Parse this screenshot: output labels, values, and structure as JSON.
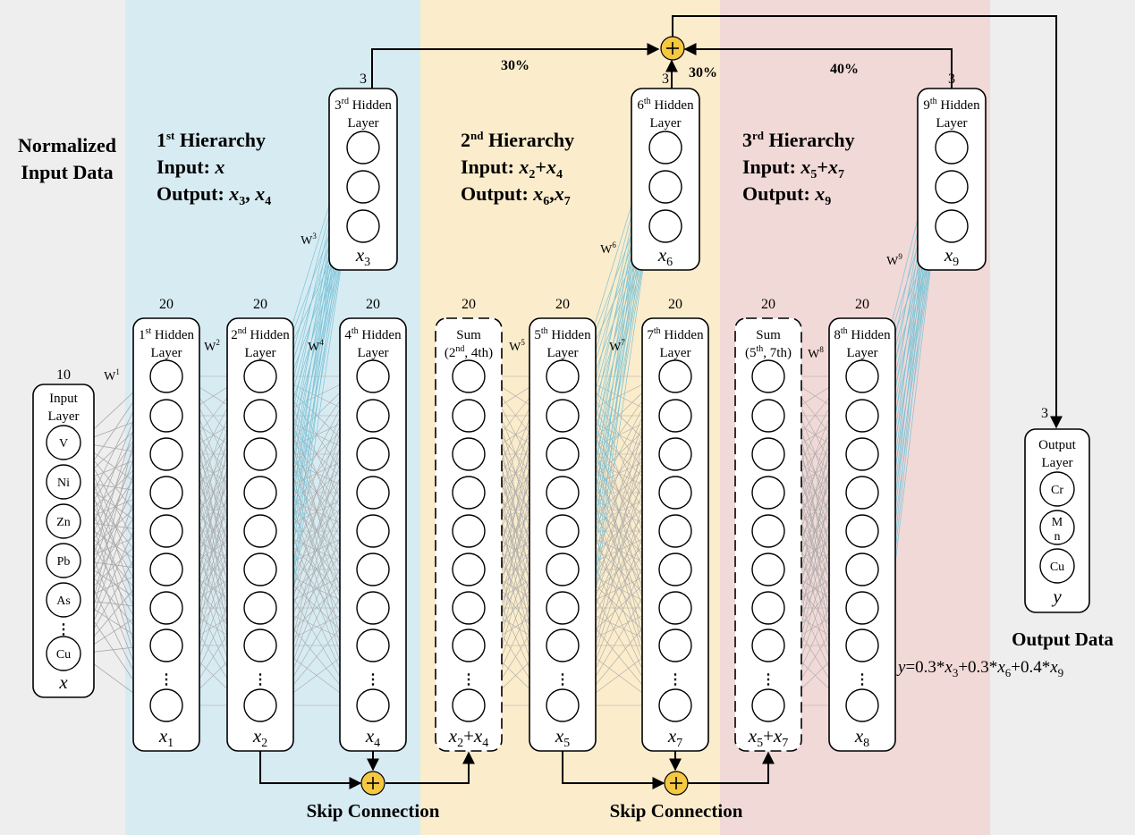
{
  "colors": {
    "input_zone": "#eeeeee",
    "hier1_zone": "#d7ebf2",
    "hier2_zone": "#fbeccb",
    "hier3_zone": "#f1d9d7",
    "output_zone": "#eeeeee",
    "plus_node": "#f5c842",
    "conn_gray": "#a9a9a9",
    "conn_blue": "#7cc4d8"
  },
  "input_data_title": [
    "Normalized",
    "Input Data"
  ],
  "output_data_title": "Output Data",
  "output_formula": "y=0.3*x3+0.3*x6+0.4*x9",
  "hierarchies": [
    {
      "title": "1st Hierarchy",
      "input": "Input: x",
      "output": "Output: x3, x4"
    },
    {
      "title": "2nd Hierarchy",
      "input": "Input: x2+x4",
      "output": "Output: x6, x7"
    },
    {
      "title": "3rd Hierarchy",
      "input": "Input: x5+x7",
      "output": "Output: x9"
    }
  ],
  "input_layer": {
    "count": "10",
    "name": [
      "Input",
      "Layer"
    ],
    "nodes": [
      "V",
      "Ni",
      "Zn",
      "Pb",
      "As",
      "Cu"
    ],
    "var": "x"
  },
  "output_layer": {
    "count": "3",
    "name": [
      "Output",
      "Layer"
    ],
    "nodes": [
      "Cr",
      "M n",
      "Cu"
    ],
    "var": "y"
  },
  "big_layers": [
    {
      "count": "20",
      "name": [
        "1st Hidden",
        "Layer"
      ],
      "var": "x1"
    },
    {
      "count": "20",
      "name": [
        "2nd Hidden",
        "Layer"
      ],
      "var": "x2"
    },
    {
      "count": "20",
      "name": [
        "4th Hidden",
        "Layer"
      ],
      "var": "x4"
    },
    {
      "count": "20",
      "name": [
        "Sum",
        "(2nd, 4th)"
      ],
      "var": "x2+x4"
    },
    {
      "count": "20",
      "name": [
        "5th Hidden",
        "Layer"
      ],
      "var": "x5"
    },
    {
      "count": "20",
      "name": [
        "7th Hidden",
        "Layer"
      ],
      "var": "x7"
    },
    {
      "count": "20",
      "name": [
        "Sum",
        "(5th, 7th)"
      ],
      "var": "x5+x7"
    },
    {
      "count": "20",
      "name": [
        "8th Hidden",
        "Layer"
      ],
      "var": "x8"
    }
  ],
  "small_layers": [
    {
      "count": "3",
      "name": [
        "3rd Hidden",
        "Layer"
      ],
      "var": "x3"
    },
    {
      "count": "3",
      "name": [
        "6th Hidden",
        "Layer"
      ],
      "var": "x6"
    },
    {
      "count": "3",
      "name": [
        "9th Hidden",
        "Layer"
      ],
      "var": "x9"
    }
  ],
  "weights": [
    "W1",
    "W2",
    "W3",
    "W4",
    "W5",
    "W6",
    "W7",
    "W8",
    "W9"
  ],
  "percentages": [
    "30%",
    "30%",
    "40%"
  ],
  "skip_connection_label": "Skip Connection"
}
